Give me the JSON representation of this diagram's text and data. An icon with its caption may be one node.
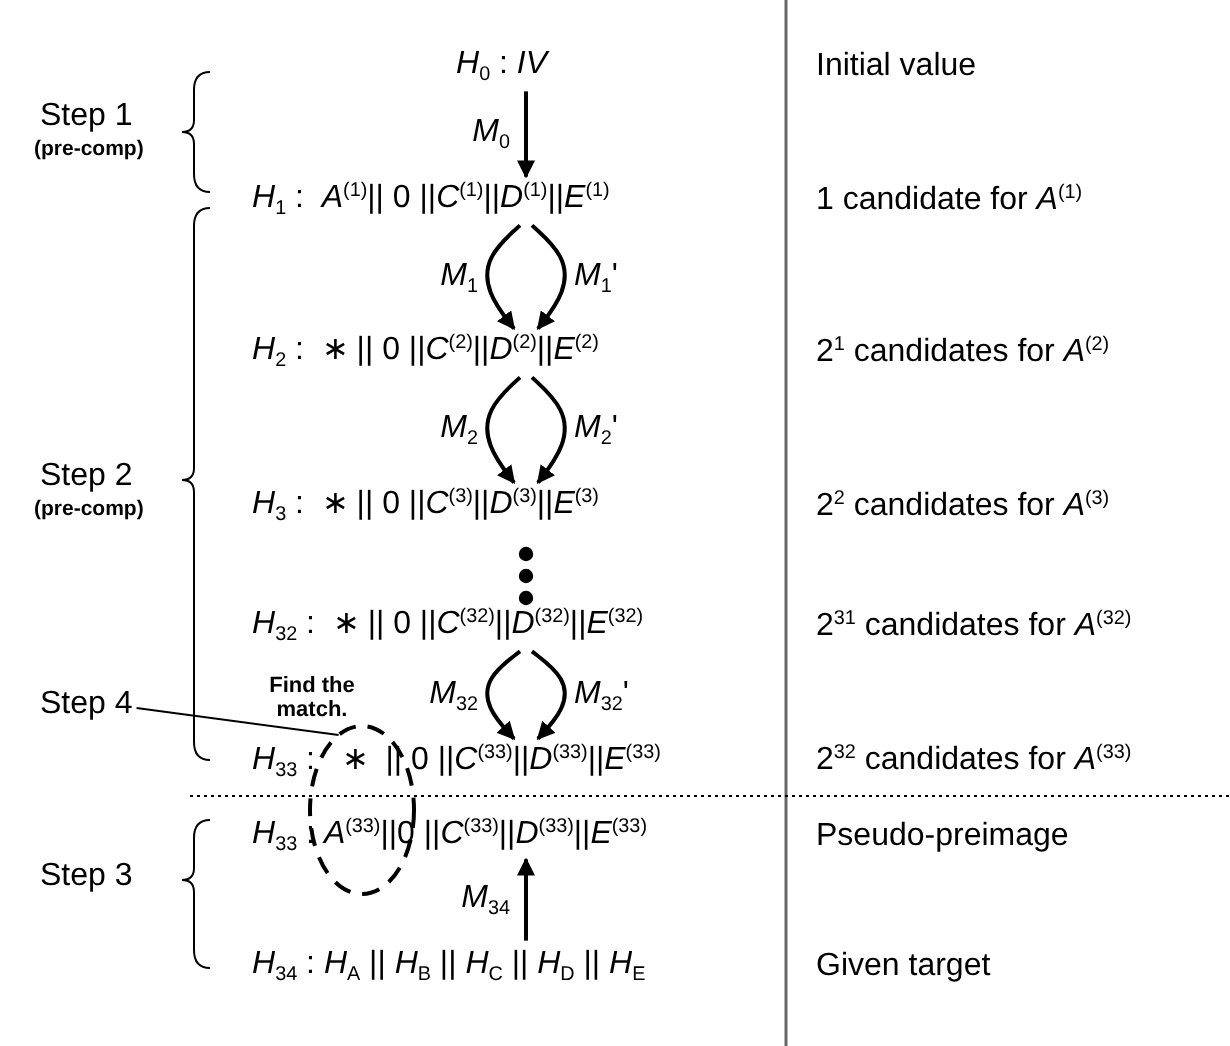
{
  "diagram": {
    "nodes": [
      {
        "text": [
          "*H*$_{0}$ : *IV*"
        ]
      },
      {
        "text": [
          "*H*$_{1}$ :  *A*$^{(1)}$|| 0 ||*C*$^{(1)}$||*D*$^{(1)}$||*E*$^{(1)}$"
        ]
      },
      {
        "text": [
          "*H*$_{2}$ :  ∗ || 0 ||*C*$^{(2)}$||*D*$^{(2)}$||*E*$^{(2)}$"
        ]
      },
      {
        "text": [
          "*H*$_{3}$ :  ∗ || 0 ||*C*$^{(3)}$||*D*$^{(3)}$||*E*$^{(3)}$"
        ]
      },
      {
        "text": [
          "*H*$_{32}$ :  ∗ || 0 ||*C*$^{(32)}$||*D*$^{(32)}$||*E*$^{(32)}$"
        ]
      },
      {
        "text": [
          "*H*$_{33}$ :   ∗  || 0 ||*C*$^{(33)}$||*D*$^{(33)}$||*E*$^{(33)}$"
        ]
      },
      {
        "text": [
          "*H*$_{33}$ : *A*$^{(33)}$||0 ||*C*$^{(33)}$||*D*$^{(33)}$||*E*$^{(33)}$"
        ]
      },
      {
        "text": [
          "*H*$_{34}$ : *H*$_{A}$ || *H*$_{B}$ || *H*$_{C}$ || *H*$_{D}$ || *H*$_{E}$"
        ]
      },
      {
        "text": [
          "Step 4"
        ]
      },
      {
        "text": [],
        "shape": "circle",
        "beside": [
          "Find the match."
        ]
      }
    ],
    "edges": [
      {
        "from": 0,
        "to": 1,
        "arrow": "to",
        "label": "*M*$_{0}$"
      },
      {
        "from": 1,
        "to": 2,
        "arrow": "to",
        "label": "*M*$_{1}$"
      },
      {
        "from": 1,
        "to": 2,
        "arrow": "to",
        "label": "*M*$_{1}$'"
      },
      {
        "from": 2,
        "to": 3,
        "arrow": "to",
        "label": "*M*$_{2}$"
      },
      {
        "from": 2,
        "to": 3,
        "arrow": "to",
        "label": "*M*$_{2}$'"
      },
      {
        "from": 4,
        "to": 5,
        "arrow": "to",
        "label": "*M*$_{32}$"
      },
      {
        "from": 4,
        "to": 5,
        "arrow": "to",
        "label": "*M*$_{32}$'"
      },
      {
        "from": 7,
        "to": 6,
        "arrow": "to",
        "label": "*M*$_{34}$"
      },
      {
        "from": 8,
        "to": 9,
        "arrow": "none"
      }
    ],
    "labels": [
      "Initial value",
      "Step 1",
      "(pre-comp)",
      "1 candidate for *A*$^{(1)}$",
      "2$^{1}$ candidates for *A*$^{(2)}$",
      "Step 2",
      "(pre-comp)",
      "2$^{2}$ candidates for *A*$^{(3)}$",
      "2$^{31}$ candidates for *A*$^{(32)}$",
      "2$^{32}$ candidates for *A*$^{(33)}$",
      "Pseudo-preimage",
      "Step 3",
      "Given target"
    ]
  }
}
